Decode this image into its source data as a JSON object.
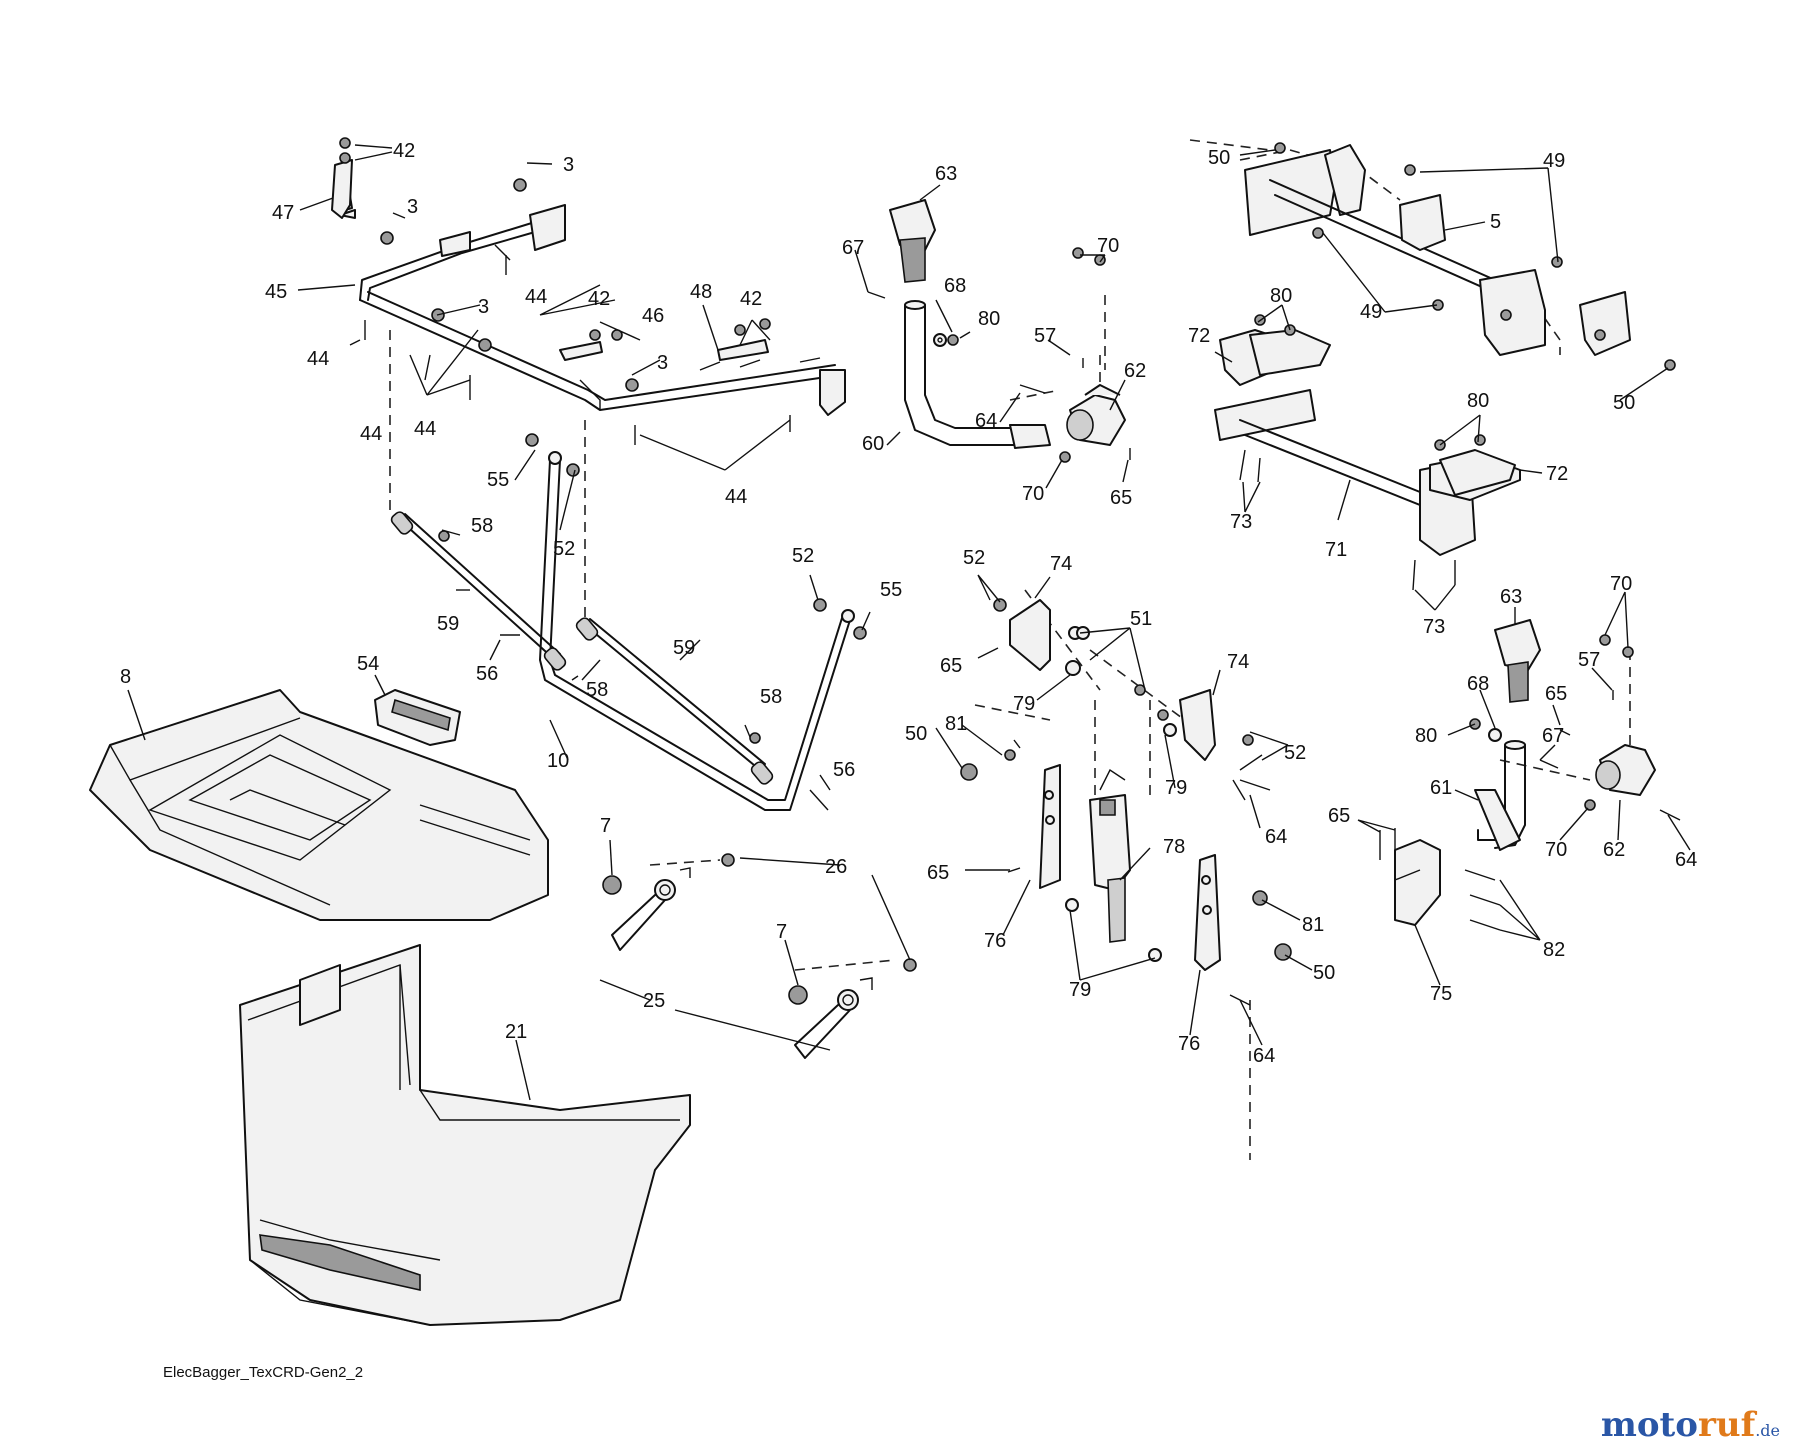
{
  "diagram": {
    "caption": "ElecBagger_TexCRD-Gen2_2",
    "watermark": {
      "name": "moto",
      "accent": "ruf",
      "tld": ".de",
      "color_primary": "#2a56a6",
      "color_accent": "#e07a1a"
    },
    "callouts": [
      {
        "id": "c-42a",
        "text": "42"
      },
      {
        "id": "c-3a",
        "text": "3"
      },
      {
        "id": "c-47",
        "text": "47"
      },
      {
        "id": "c-3b",
        "text": "3"
      },
      {
        "id": "c-45",
        "text": "45"
      },
      {
        "id": "c-44a",
        "text": "44"
      },
      {
        "id": "c-44b",
        "text": "44"
      },
      {
        "id": "c-42b",
        "text": "42"
      },
      {
        "id": "c-46",
        "text": "46"
      },
      {
        "id": "c-48",
        "text": "48"
      },
      {
        "id": "c-42c",
        "text": "42"
      },
      {
        "id": "c-3c",
        "text": "3"
      },
      {
        "id": "c-44c",
        "text": "44"
      },
      {
        "id": "c-3d",
        "text": "3"
      },
      {
        "id": "c-44d",
        "text": "44"
      },
      {
        "id": "c-44e",
        "text": "44"
      },
      {
        "id": "c-55a",
        "text": "55"
      },
      {
        "id": "c-58a",
        "text": "58"
      },
      {
        "id": "c-52a",
        "text": "52"
      },
      {
        "id": "c-59a",
        "text": "59"
      },
      {
        "id": "c-56a",
        "text": "56"
      },
      {
        "id": "c-58b",
        "text": "58"
      },
      {
        "id": "c-59b",
        "text": "59"
      },
      {
        "id": "c-52b",
        "text": "52"
      },
      {
        "id": "c-55b",
        "text": "55"
      },
      {
        "id": "c-58c",
        "text": "58"
      },
      {
        "id": "c-10",
        "text": "10"
      },
      {
        "id": "c-56b",
        "text": "56"
      },
      {
        "id": "c-8",
        "text": "8"
      },
      {
        "id": "c-54",
        "text": "54"
      },
      {
        "id": "c-7a",
        "text": "7"
      },
      {
        "id": "c-26",
        "text": "26"
      },
      {
        "id": "c-7b",
        "text": "7"
      },
      {
        "id": "c-25",
        "text": "25"
      },
      {
        "id": "c-21",
        "text": "21"
      },
      {
        "id": "c-63a",
        "text": "63"
      },
      {
        "id": "c-67a",
        "text": "67"
      },
      {
        "id": "c-70a",
        "text": "70"
      },
      {
        "id": "c-68a",
        "text": "68"
      },
      {
        "id": "c-80a",
        "text": "80"
      },
      {
        "id": "c-57a",
        "text": "57"
      },
      {
        "id": "c-62a",
        "text": "62"
      },
      {
        "id": "c-64a",
        "text": "64"
      },
      {
        "id": "c-60",
        "text": "60"
      },
      {
        "id": "c-70b",
        "text": "70"
      },
      {
        "id": "c-65a",
        "text": "65"
      },
      {
        "id": "c-50a",
        "text": "50"
      },
      {
        "id": "c-49a",
        "text": "49"
      },
      {
        "id": "c-5",
        "text": "5"
      },
      {
        "id": "c-49b",
        "text": "49"
      },
      {
        "id": "c-50b",
        "text": "50"
      },
      {
        "id": "c-80b",
        "text": "80"
      },
      {
        "id": "c-72a",
        "text": "72"
      },
      {
        "id": "c-80c",
        "text": "80"
      },
      {
        "id": "c-72b",
        "text": "72"
      },
      {
        "id": "c-73a",
        "text": "73"
      },
      {
        "id": "c-71",
        "text": "71"
      },
      {
        "id": "c-73b",
        "text": "73"
      },
      {
        "id": "c-52c",
        "text": "52"
      },
      {
        "id": "c-74a",
        "text": "74"
      },
      {
        "id": "c-51",
        "text": "51"
      },
      {
        "id": "c-65b",
        "text": "65"
      },
      {
        "id": "c-79a",
        "text": "79"
      },
      {
        "id": "c-74b",
        "text": "74"
      },
      {
        "id": "c-52d",
        "text": "52"
      },
      {
        "id": "c-50c",
        "text": "50"
      },
      {
        "id": "c-81a",
        "text": "81"
      },
      {
        "id": "c-79b",
        "text": "79"
      },
      {
        "id": "c-64b",
        "text": "64"
      },
      {
        "id": "c-78",
        "text": "78"
      },
      {
        "id": "c-65c",
        "text": "65"
      },
      {
        "id": "c-76a",
        "text": "76"
      },
      {
        "id": "c-81b",
        "text": "81"
      },
      {
        "id": "c-50d",
        "text": "50"
      },
      {
        "id": "c-79c",
        "text": "79"
      },
      {
        "id": "c-76b",
        "text": "76"
      },
      {
        "id": "c-64c",
        "text": "64"
      },
      {
        "id": "c-63b",
        "text": "63"
      },
      {
        "id": "c-70c",
        "text": "70"
      },
      {
        "id": "c-57b",
        "text": "57"
      },
      {
        "id": "c-68b",
        "text": "68"
      },
      {
        "id": "c-65d",
        "text": "65"
      },
      {
        "id": "c-80d",
        "text": "80"
      },
      {
        "id": "c-67b",
        "text": "67"
      },
      {
        "id": "c-61",
        "text": "61"
      },
      {
        "id": "c-70d",
        "text": "70"
      },
      {
        "id": "c-62b",
        "text": "62"
      },
      {
        "id": "c-64d",
        "text": "64"
      },
      {
        "id": "c-65e",
        "text": "65"
      },
      {
        "id": "c-82",
        "text": "82"
      },
      {
        "id": "c-75",
        "text": "75"
      }
    ]
  }
}
